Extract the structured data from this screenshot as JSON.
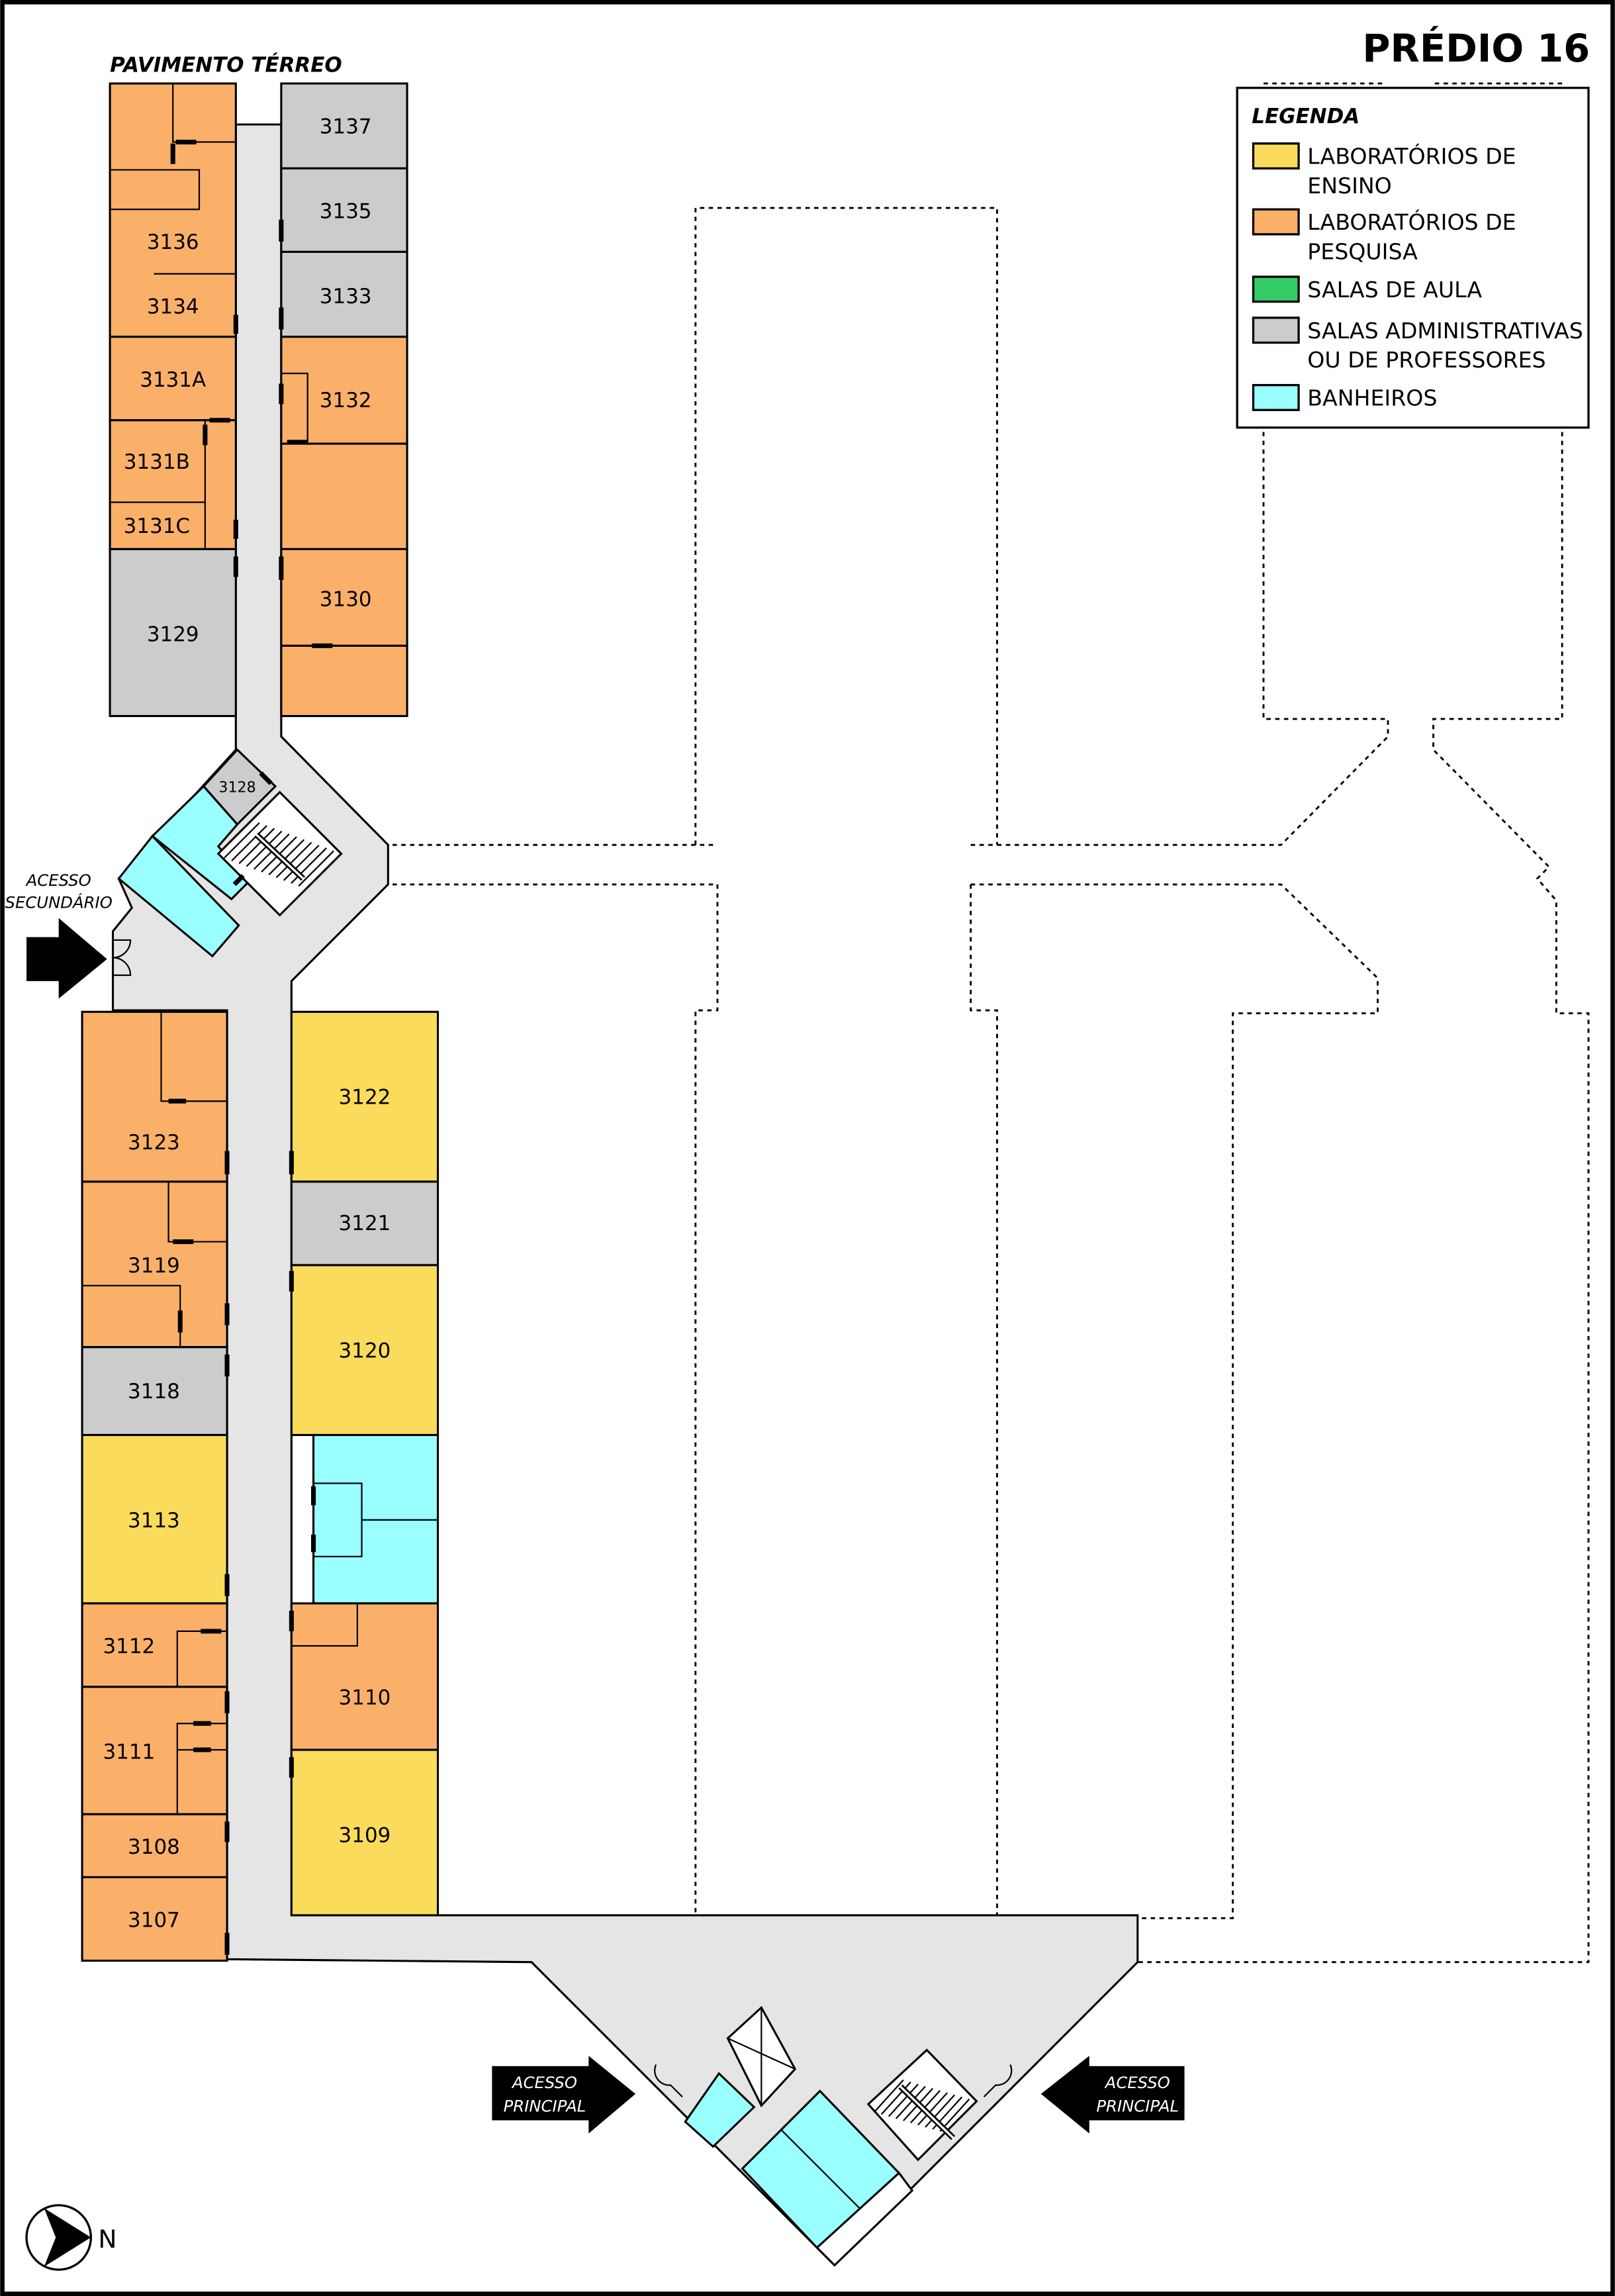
{
  "header": {
    "title": "PRÉDIO 16",
    "floor": "PAVIMENTO TÉRREO"
  },
  "legend": {
    "title": "LEGENDA",
    "items": [
      {
        "line1": "LABORATÓRIOS DE",
        "line2": "ENSINO",
        "color": "#fbdb5b"
      },
      {
        "line1": "LABORATÓRIOS DE",
        "line2": "PESQUISA",
        "color": "#fbb06a"
      },
      {
        "line1": "SALAS DE AULA",
        "line2": "",
        "color": "#33cc66"
      },
      {
        "line1": "SALAS ADMINISTRATIVAS",
        "line2": "OU DE PROFESSORES",
        "color": "#cccccc"
      },
      {
        "line1": "BANHEIROS",
        "line2": "",
        "color": "#99ffff"
      }
    ]
  },
  "colors": {
    "corridor": "#e5e5e5"
  },
  "rooms": {
    "r3137": "3137",
    "r3135": "3135",
    "r3133": "3133",
    "r3132": "3132",
    "r3130": "3130",
    "r3136": "3136",
    "r3134": "3134",
    "r3131a": "3131A",
    "r3131b": "3131B",
    "r3131c": "3131C",
    "r3129": "3129",
    "r3128": "3128",
    "r3123": "3123",
    "r3119": "3119",
    "r3118": "3118",
    "r3113": "3113",
    "r3112": "3112",
    "r3111": "3111",
    "r3108": "3108",
    "r3107": "3107",
    "r3122": "3122",
    "r3121": "3121",
    "r3120": "3120",
    "r3110": "3110",
    "r3109": "3109"
  },
  "access": {
    "secondary": {
      "line1": "ACESSO",
      "line2": "SECUNDÁRIO"
    },
    "main_left": {
      "line1": "ACESSO",
      "line2": "PRINCIPAL"
    },
    "main_right": {
      "line1": "ACESSO",
      "line2": "PRINCIPAL"
    }
  },
  "compass": {
    "label": "N"
  }
}
